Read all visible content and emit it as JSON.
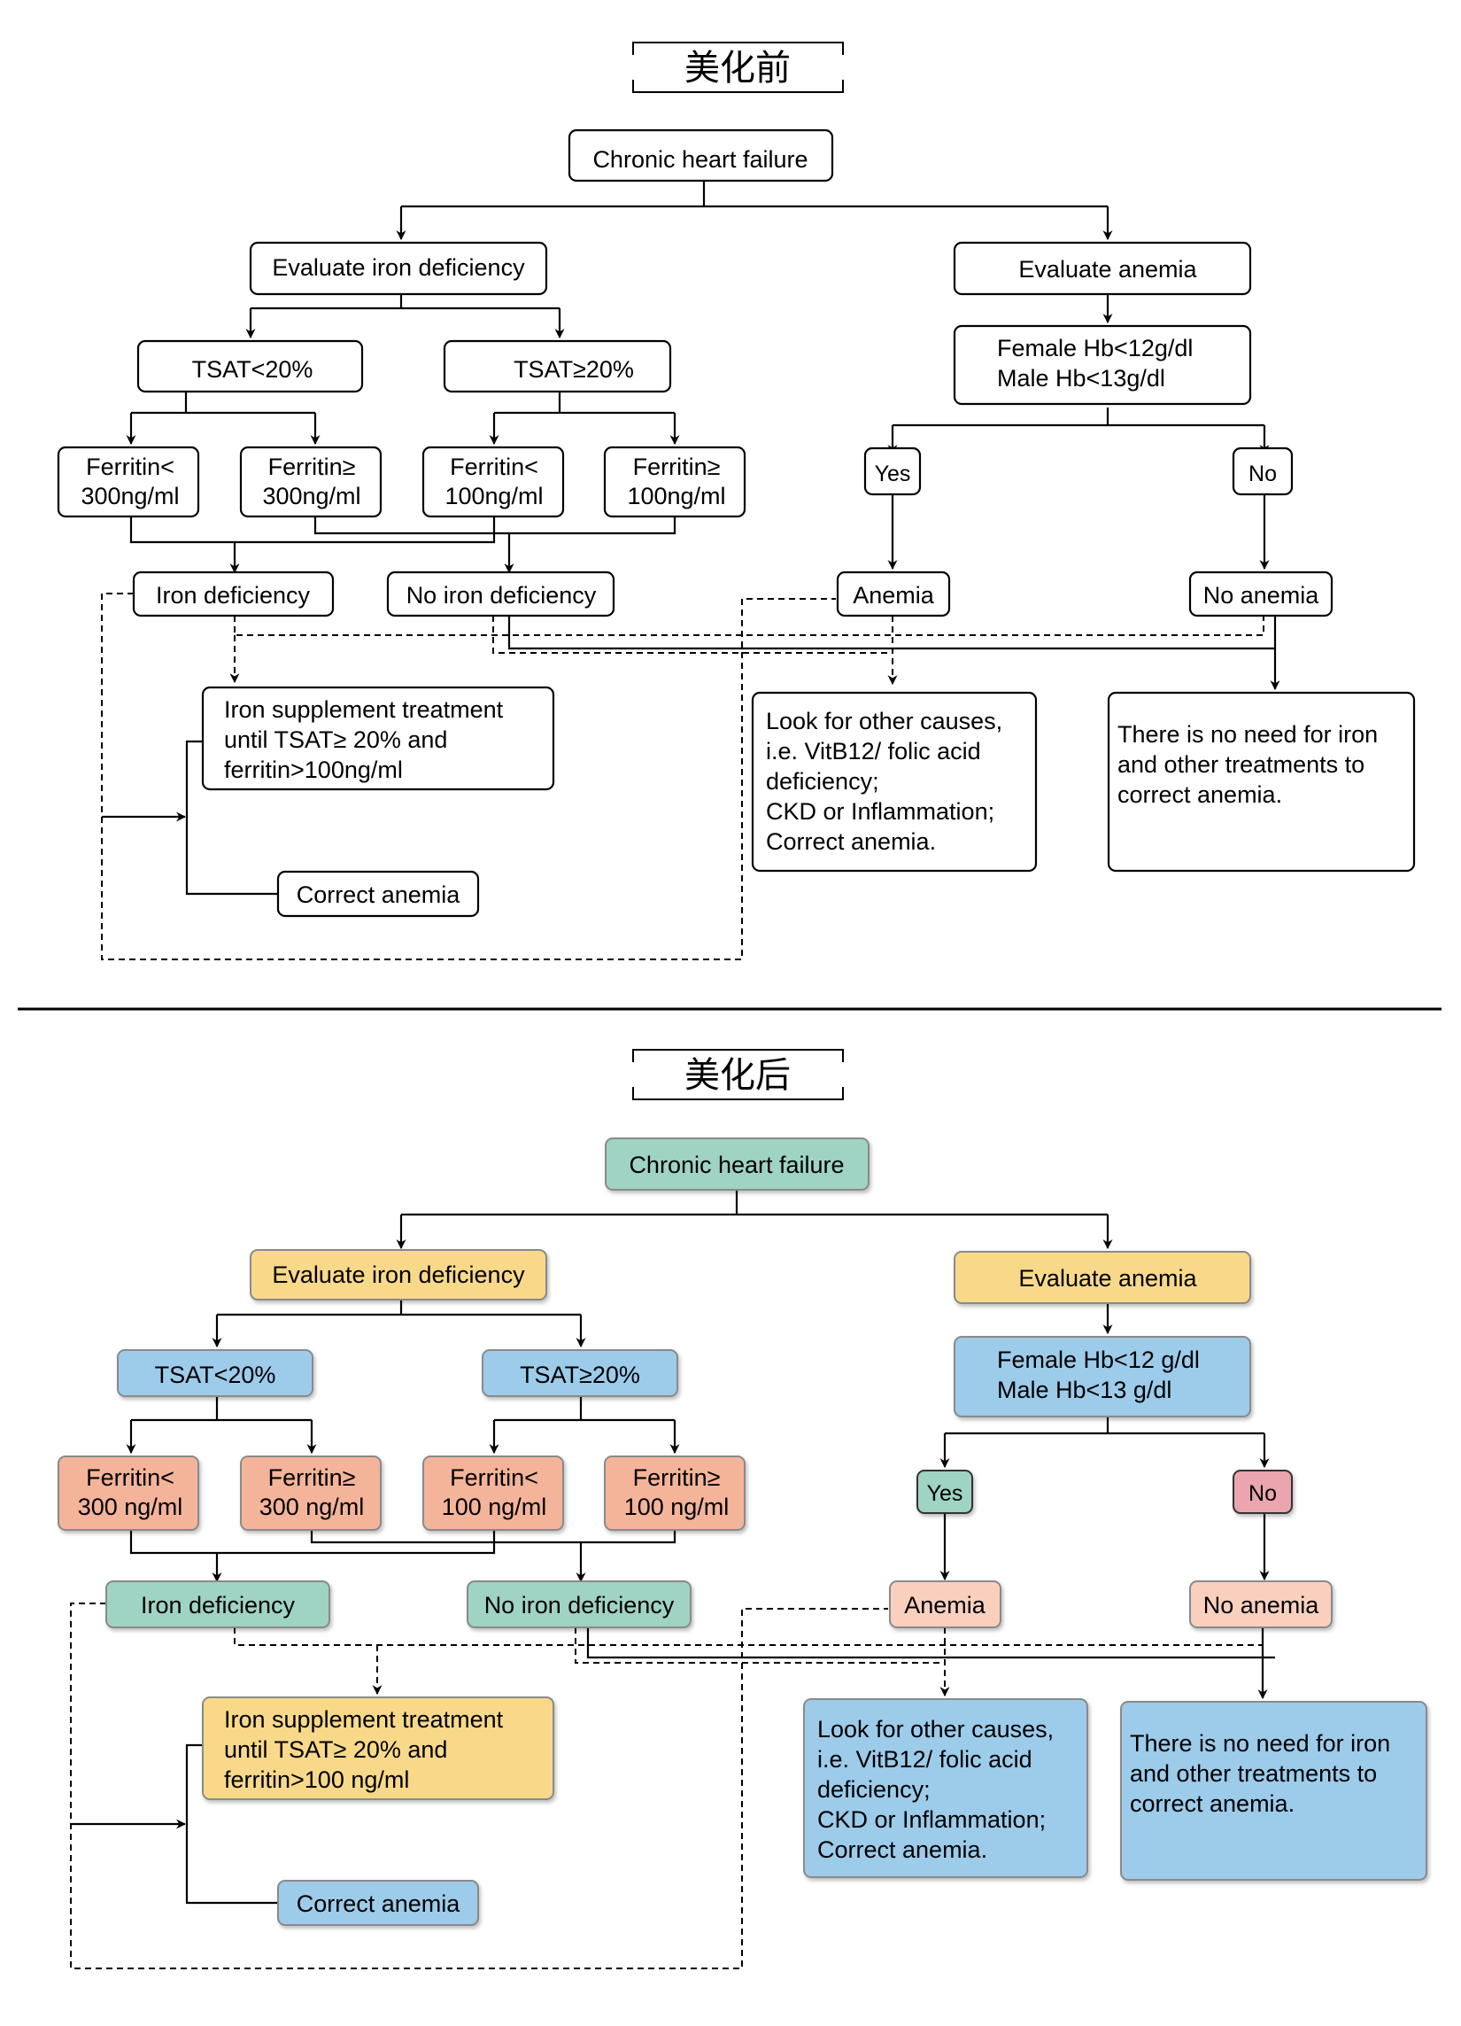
{
  "panels": {
    "before": {
      "title": "美化前",
      "nodes": {
        "chf": "Chronic heart failure",
        "eval_iron": "Evaluate iron deficiency",
        "eval_anemia": "Evaluate anemia",
        "tsat_low": "TSAT<20%",
        "tsat_high": "TSAT≥20%",
        "hb_line1": "Female Hb<12g/dl",
        "hb_line2": "Male  Hb<13g/dl",
        "fer_a_1": "Ferritin<",
        "fer_a_2": "300ng/ml",
        "fer_b_1": "Ferritin≥",
        "fer_b_2": "300ng/ml",
        "fer_c_1": "Ferritin<",
        "fer_c_2": "100ng/ml",
        "fer_d_1": "Ferritin≥",
        "fer_d_2": "100ng/ml",
        "yes": "Yes",
        "no": "No",
        "iron_def": "Iron deficiency",
        "no_iron_def": "No iron deficiency",
        "anemia": "Anemia",
        "no_anemia": "No anemia",
        "treat_1": "Iron supplement treatment",
        "treat_2": "until TSAT≥ 20% and",
        "treat_3": "ferritin>100ng/ml",
        "other_1": "Look for other causes,",
        "other_2": "i.e. VitB12/ folic acid",
        "other_3": "deficiency;",
        "other_4": "CKD or Inflammation;",
        "other_5": "Correct anemia.",
        "noneed_1": "There is no need for iron",
        "noneed_2": "and other treatments to",
        "noneed_3": "correct anemia.",
        "correct": "Correct anemia"
      }
    },
    "after": {
      "title": "美化后",
      "nodes": {
        "chf": "Chronic heart failure",
        "eval_iron": "Evaluate iron deficiency",
        "eval_anemia": "Evaluate anemia",
        "tsat_low": "TSAT<20%",
        "tsat_high": "TSAT≥20%",
        "hb_line1": "Female Hb<12 g/dl",
        "hb_line2": "Male  Hb<13 g/dl",
        "fer_a_1": "Ferritin<",
        "fer_a_2": "300 ng/ml",
        "fer_b_1": "Ferritin≥",
        "fer_b_2": "300 ng/ml",
        "fer_c_1": "Ferritin<",
        "fer_c_2": "100 ng/ml",
        "fer_d_1": "Ferritin≥",
        "fer_d_2": "100 ng/ml",
        "yes": "Yes",
        "no": "No",
        "iron_def": "Iron deficiency",
        "no_iron_def": "No iron deficiency",
        "anemia": "Anemia",
        "no_anemia": "No anemia",
        "treat_1": "Iron supplement treatment",
        "treat_2": "until TSAT≥ 20% and",
        "treat_3": "ferritin>100 ng/ml",
        "other_1": "Look for other causes,",
        "other_2": "i.e. VitB12/ folic acid",
        "other_3": "deficiency;",
        "other_4": "CKD or Inflammation;",
        "other_5": "Correct anemia.",
        "noneed_1": "There is no need for iron",
        "noneed_2": "and other treatments to",
        "noneed_3": "correct anemia.",
        "correct": "Correct anemia"
      }
    }
  },
  "colors": {
    "line": "#000000",
    "before_fill": "#ffffff",
    "teal": "#9fd3c3",
    "yellow": "#f8d98a",
    "blue": "#9dcbea",
    "salmon": "#f4b49a",
    "peach": "#f9d0be",
    "pink": "#eaa5ae",
    "box_stroke_after": "#8a8a8a"
  }
}
